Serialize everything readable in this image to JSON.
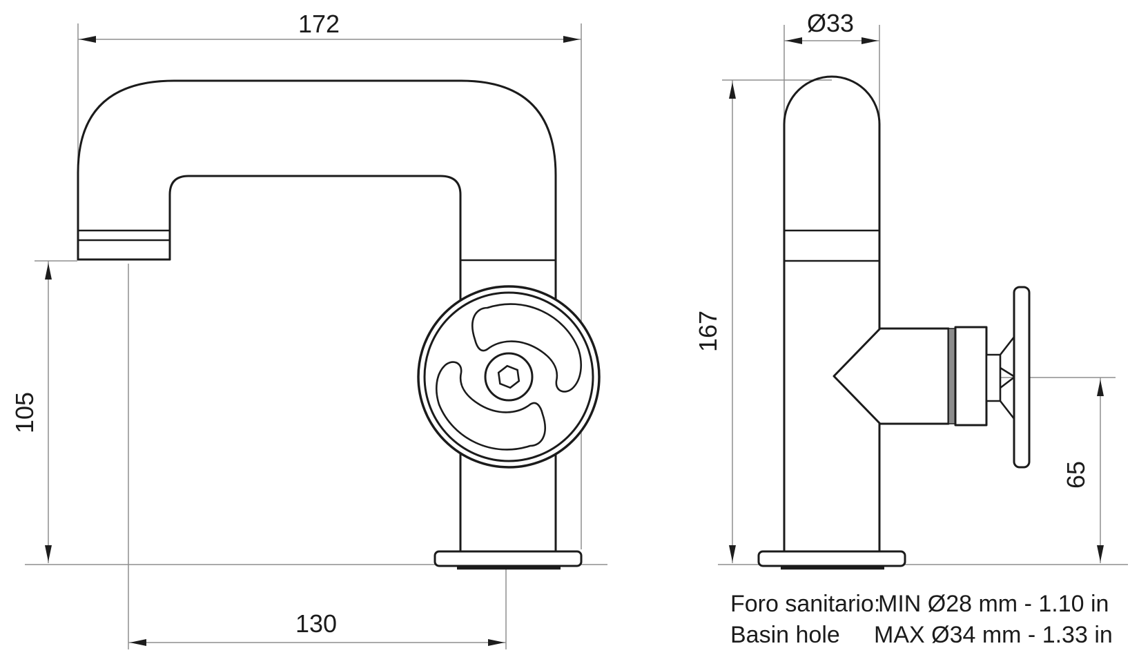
{
  "drawing": {
    "title": "faucet-technical-drawing",
    "front_view": {
      "dim_total_width": "172",
      "dim_spout_height": "105",
      "dim_spout_reach": "130"
    },
    "side_view": {
      "dim_body_diameter": "Ø33",
      "dim_total_height": "167",
      "dim_handle_height": "65"
    },
    "notes": {
      "label_line1": "Foro sanitario:",
      "label_line2": "Basin hole",
      "value_line1": "MIN Ø28 mm - 1.10 in",
      "value_line2": "MAX Ø34 mm - 1.33 in"
    },
    "colors": {
      "background": "#ffffff",
      "outline": "#1b1b1b",
      "dimension_lines": "#8d8d8d",
      "text": "#1b1b1b"
    }
  }
}
